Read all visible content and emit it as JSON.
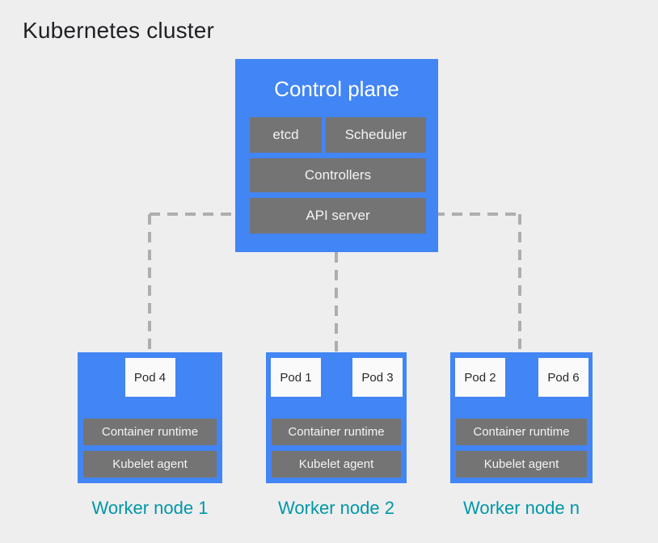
{
  "title": "Kubernetes cluster",
  "control_plane": {
    "title": "Control plane",
    "etcd": "etcd",
    "scheduler": "Scheduler",
    "controllers": "Controllers",
    "api_server": "API server"
  },
  "worker_nodes": [
    {
      "label": "Worker node 1",
      "pods": [
        "Pod 4"
      ],
      "container_runtime": "Container runtime",
      "kubelet": "Kubelet agent"
    },
    {
      "label": "Worker node 2",
      "pods": [
        "Pod 1",
        "Pod 3"
      ],
      "container_runtime": "Container runtime",
      "kubelet": "Kubelet agent"
    },
    {
      "label": "Worker node n",
      "pods": [
        "Pod 2",
        "Pod 6"
      ],
      "container_runtime": "Container runtime",
      "kubelet": "Kubelet agent"
    }
  ],
  "colors": {
    "background": "#EEEEEF",
    "node_blue": "#4285F4",
    "component_gray": "#747474",
    "pod_white": "#FAFAFA",
    "connector_gray": "#AEAEAE",
    "label_teal": "#0097A7",
    "title_dark": "#1F2023"
  }
}
